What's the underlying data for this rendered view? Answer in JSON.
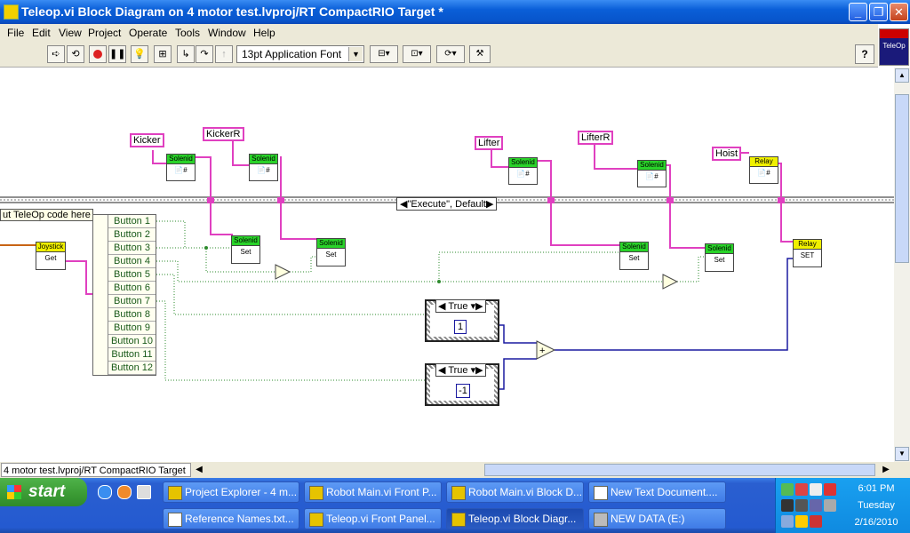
{
  "window": {
    "title": "Teleop.vi Block Diagram on 4 motor test.lvproj/RT CompactRIO Target *",
    "logo_text": "TeleOp"
  },
  "menu": [
    "File",
    "Edit",
    "View",
    "Project",
    "Operate",
    "Tools",
    "Window",
    "Help"
  ],
  "toolbar": {
    "font": "13pt Application Font"
  },
  "diagram": {
    "case_selector": "\"Execute\", Default",
    "comment": "ut TeleOp code here",
    "joystick": {
      "header": "Joystick",
      "body": "Get"
    },
    "controls": [
      "Kicker",
      "KickerR",
      "Lifter",
      "LifterR",
      "Hoist"
    ],
    "solenoid_header": "Solenid",
    "relay_header": "Relay",
    "set_label": "Set",
    "relay_set_label": "SET",
    "buttons": [
      "Button 1",
      "Button 2",
      "Button 3",
      "Button 4",
      "Button 5",
      "Button 6",
      "Button 7",
      "Button 8",
      "Button 9",
      "Button 10",
      "Button 11",
      "Button 12"
    ],
    "case_true": "True",
    "const_pos": "1",
    "const_neg": "-1"
  },
  "status_path": "4 motor test.lvproj/RT CompactRIO Target",
  "taskbar": {
    "start": "start",
    "items_row1": [
      "Project Explorer - 4 m...",
      "Robot Main.vi Front P...",
      "Robot Main.vi Block D...",
      "New Text Document...."
    ],
    "items_row2": [
      "Reference Names.txt...",
      "Teleop.vi Front Panel...",
      "Teleop.vi Block Diagr...",
      "NEW DATA (E:)"
    ],
    "time": "6:01 PM",
    "day": "Tuesday",
    "date": "2/16/2010"
  },
  "colors": {
    "wire_pink": "#e040c0",
    "wire_green": "#2e8b2e",
    "wire_blue": "#1a1aa0",
    "solenoid_green": "#29d329",
    "relay_yellow": "#f0f000"
  }
}
